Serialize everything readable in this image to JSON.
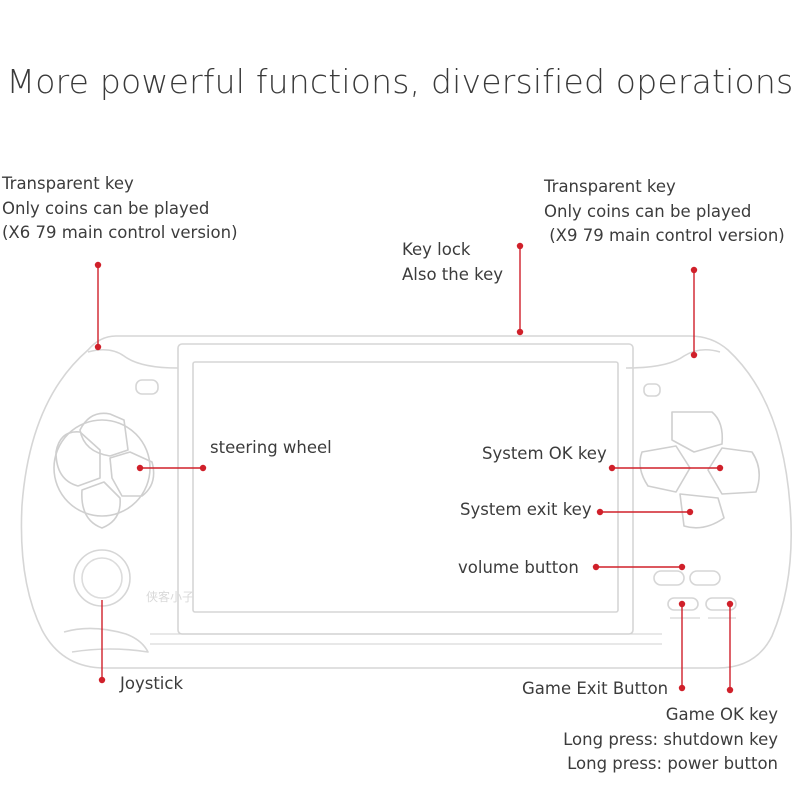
{
  "title": "More powerful functions, diversified operations",
  "watermark": "侠客小子",
  "colors": {
    "accent": "#d0202a",
    "outline": "#d4d4d4",
    "text": "#3c3c3c"
  },
  "labels": {
    "left_transparent": [
      "Transparent key",
      "Only coins can be played",
      "(X6 79 main control version)"
    ],
    "right_transparent": [
      "Transparent key",
      "Only coins can be played",
      " (X9 79 main control version)"
    ],
    "key_lock": [
      "Key lock",
      "Also the key"
    ],
    "steering_wheel": "steering wheel",
    "system_ok": "System OK key",
    "system_exit": "System exit key",
    "volume": "volume button",
    "joystick": "Joystick",
    "game_exit": "Game Exit Button",
    "game_ok": [
      "Game OK key",
      "Long press: shutdown key",
      "Long press: power button"
    ]
  }
}
